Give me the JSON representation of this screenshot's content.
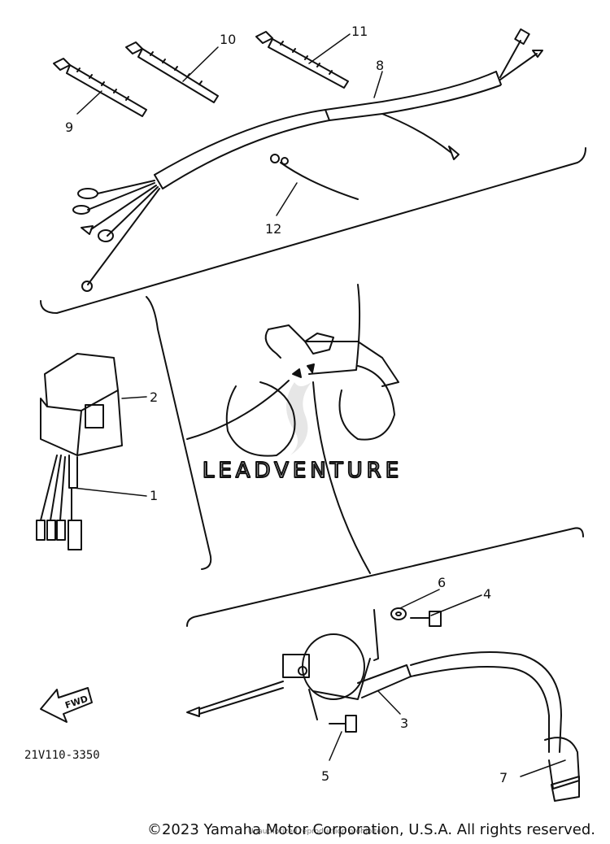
{
  "diagram": {
    "callouts": [
      "1",
      "2",
      "3",
      "4",
      "5",
      "6",
      "7",
      "8",
      "9",
      "10",
      "11",
      "12"
    ],
    "drawing_code": "21V110-3350",
    "fwd_label": "FWD",
    "watermark": "LEADVENTURE"
  },
  "footer": {
    "copyright": "©2023 Yamaha Motor Corporation, U.S.A. All rights reserved.",
    "sub_text": "Unauthorized reproduction prohibited"
  }
}
